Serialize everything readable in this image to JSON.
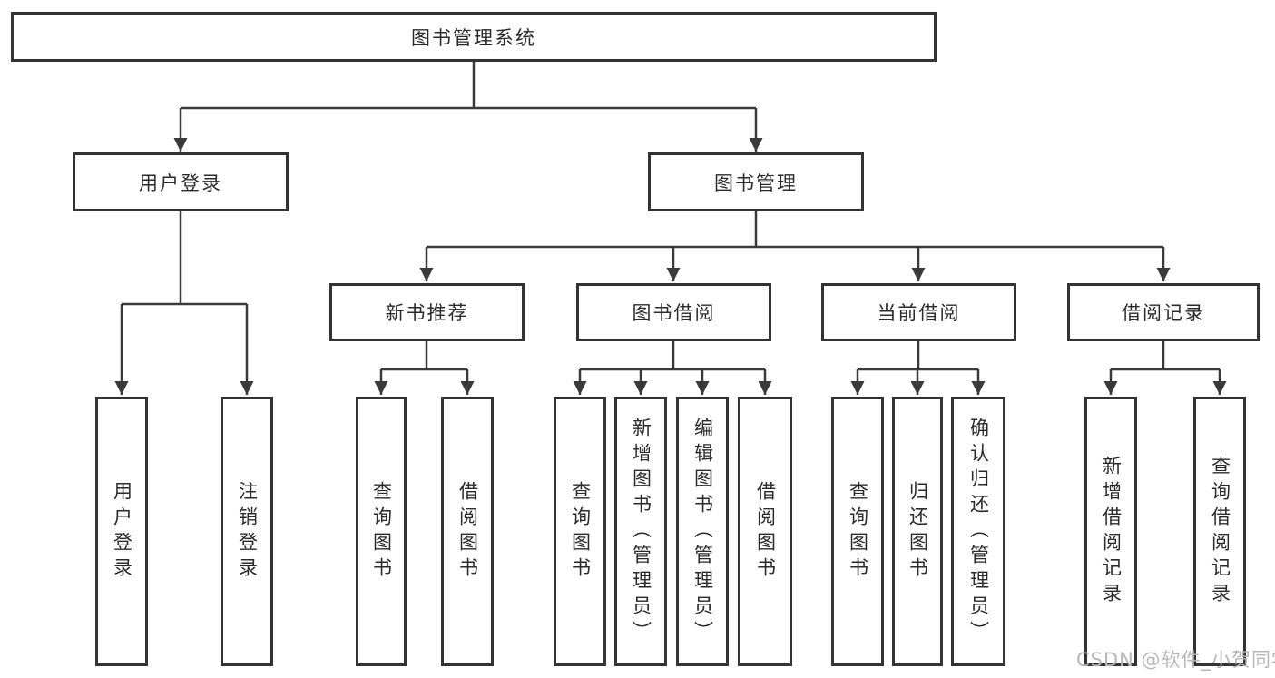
{
  "diagram": {
    "title": "图书管理系统",
    "level2": {
      "user_login": "用户登录",
      "book_management": "图书管理"
    },
    "level3": {
      "new_book": "新书推荐",
      "book_borrow": "图书借阅",
      "current_borrow": "当前借阅",
      "borrow_record": "借阅记录"
    },
    "leaves": {
      "user_login": "用户登录",
      "logout": "注销登录",
      "nb_query": "查询图书",
      "nb_borrow": "借阅图书",
      "bb_query": "查询图书",
      "bb_add": "新增图书（管理员）",
      "bb_edit": "编辑图书（管理员）",
      "bb_borrow": "借阅图书",
      "cb_query": "查询图书",
      "cb_return": "归还图书",
      "cb_confirm": "确认归还（管理员）",
      "br_add": "新增借阅记录",
      "br_query": "查询借阅记录"
    },
    "colors": {
      "line": "#3a3a3a",
      "box_border": "#333333",
      "text": "#2b2b2b",
      "background": "#ffffff",
      "watermark": "#b7b7b7"
    }
  },
  "watermark": {
    "text": "CSDN @软件_小贺同学"
  }
}
